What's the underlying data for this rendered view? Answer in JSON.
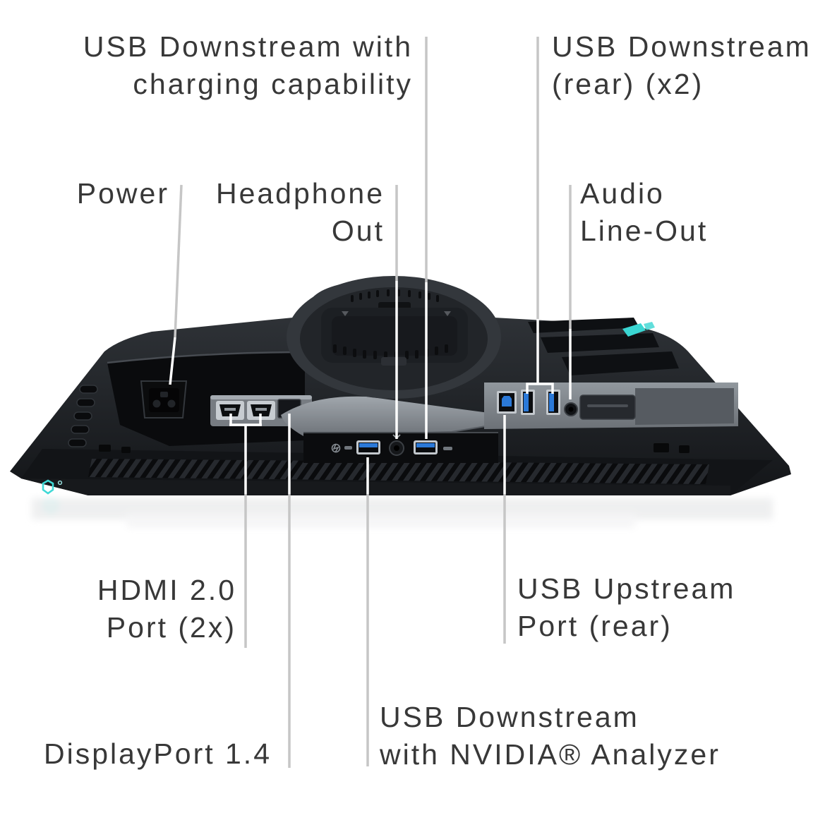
{
  "figure": {
    "type": "product-port-callout-diagram",
    "subject": "rear view of a gaming monitor with labeled I/O ports",
    "background": "#ffffff"
  },
  "colors": {
    "text": "#383838",
    "leader_gray": "#c6c6c6",
    "leader_white": "#ffffff",
    "body_dark": "#1d2024",
    "panel_gray": "#82878d",
    "usb_blue": "#2b79d8",
    "accent_cyan": "#3ad6d2"
  },
  "labels": {
    "usb_downstream_charging": {
      "line1": "USB Downstream with",
      "line2": "charging capability"
    },
    "usb_downstream_rear": {
      "line1": "USB Downstream",
      "line2": "(rear) (x2)"
    },
    "power": {
      "line1": "Power"
    },
    "headphone_out": {
      "line1": "Headphone",
      "line2": "Out"
    },
    "audio_line_out": {
      "line1": "Audio",
      "line2": "Line-Out"
    },
    "hdmi": {
      "line1": "HDMI 2.0",
      "line2": "Port (2x)"
    },
    "usb_upstream": {
      "line1": "USB Upstream",
      "line2": "Port (rear)"
    },
    "displayport": {
      "line1": "DisplayPort 1.4"
    },
    "usb_nvidia": {
      "line1": "USB Downstream",
      "line2": "with NVIDIA® Analyzer"
    }
  },
  "icons": {
    "alienware_logo": "alien-head-ring",
    "power_led": "small-dot",
    "charging_bolt": "battery-lightning-glyph",
    "headset_mark": "chevron-glyph",
    "cyan_trim": "accent-stripe"
  }
}
